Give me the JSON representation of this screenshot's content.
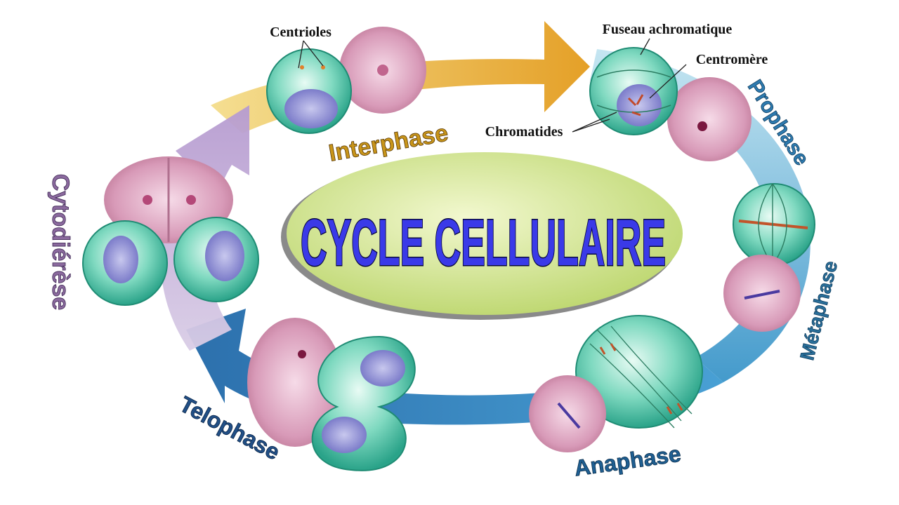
{
  "title": "CYCLE CELLULAIRE",
  "phases": {
    "interphase": "Interphase",
    "prophase": "Prophase",
    "metaphase": "Métaphase",
    "anaphase": "Anaphase",
    "telophase": "Telophase",
    "cytodierese": "Cytodiérèse"
  },
  "annotations": {
    "centrioles": "Centrioles",
    "fuseau": "Fuseau achromatique",
    "centromere": "Centromère",
    "chromatides": "Chromatides"
  },
  "colors": {
    "interphase": "#c8951a",
    "prophase": "#2e7bb0",
    "metaphase": "#2a6f9a",
    "anaphase": "#1f5f92",
    "telophase": "#214f86",
    "cytodierese": "#8b6a9e",
    "title_fill": "#3a3ae8",
    "title_stroke": "#0a0a40",
    "ellipse_fill": "#d8ea8f"
  }
}
